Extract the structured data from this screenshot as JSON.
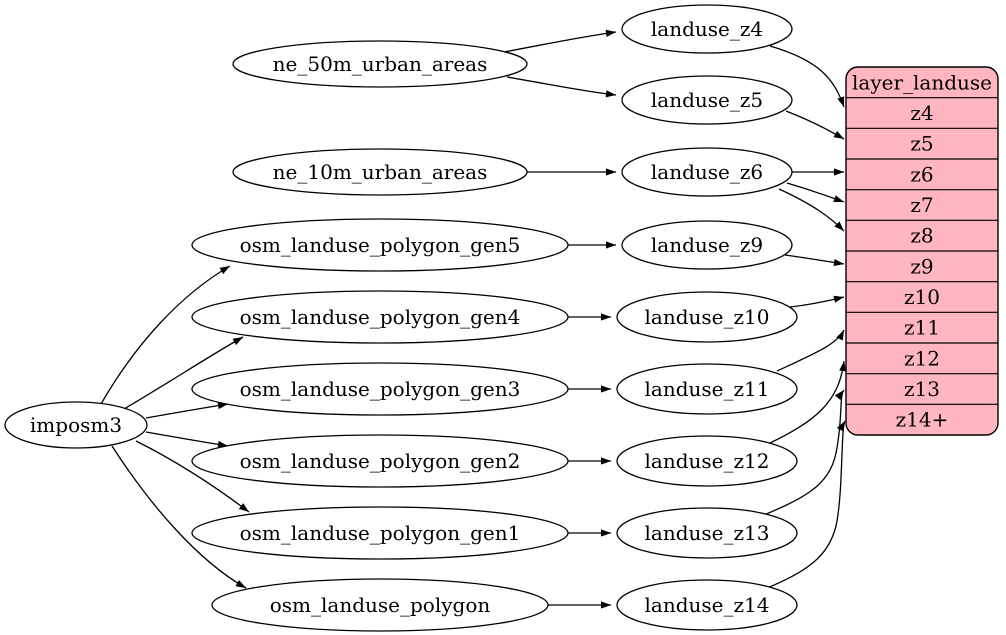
{
  "diagram": {
    "type": "dependency-graph",
    "background_color": "#ffffff",
    "node_fill_color": "#ffffff",
    "node_stroke_color": "#000000",
    "edge_color": "#000000",
    "nodes": {
      "imposm3": {
        "label": "imposm3"
      },
      "ne_50m_urban_areas": {
        "label": "ne_50m_urban_areas"
      },
      "ne_10m_urban_areas": {
        "label": "ne_10m_urban_areas"
      },
      "osm_landuse_polygon_gen5": {
        "label": "osm_landuse_polygon_gen5"
      },
      "osm_landuse_polygon_gen4": {
        "label": "osm_landuse_polygon_gen4"
      },
      "osm_landuse_polygon_gen3": {
        "label": "osm_landuse_polygon_gen3"
      },
      "osm_landuse_polygon_gen2": {
        "label": "osm_landuse_polygon_gen2"
      },
      "osm_landuse_polygon_gen1": {
        "label": "osm_landuse_polygon_gen1"
      },
      "osm_landuse_polygon": {
        "label": "osm_landuse_polygon"
      },
      "landuse_z4": {
        "label": "landuse_z4"
      },
      "landuse_z5": {
        "label": "landuse_z5"
      },
      "landuse_z6": {
        "label": "landuse_z6"
      },
      "landuse_z9": {
        "label": "landuse_z9"
      },
      "landuse_z10": {
        "label": "landuse_z10"
      },
      "landuse_z11": {
        "label": "landuse_z11"
      },
      "landuse_z12": {
        "label": "landuse_z12"
      },
      "landuse_z13": {
        "label": "landuse_z13"
      },
      "landuse_z14": {
        "label": "landuse_z14"
      }
    },
    "table": {
      "title": "layer_landuse",
      "rows": [
        "z4",
        "z5",
        "z6",
        "z7",
        "z8",
        "z9",
        "z10",
        "z11",
        "z12",
        "z13",
        "z14+"
      ],
      "fill_color": "#ffb6c1",
      "stroke_color": "#000000"
    },
    "edges": [
      {
        "from": "imposm3",
        "to": "osm_landuse_polygon_gen5"
      },
      {
        "from": "imposm3",
        "to": "osm_landuse_polygon_gen4"
      },
      {
        "from": "imposm3",
        "to": "osm_landuse_polygon_gen3"
      },
      {
        "from": "imposm3",
        "to": "osm_landuse_polygon_gen2"
      },
      {
        "from": "imposm3",
        "to": "osm_landuse_polygon_gen1"
      },
      {
        "from": "imposm3",
        "to": "osm_landuse_polygon"
      },
      {
        "from": "ne_50m_urban_areas",
        "to": "landuse_z4"
      },
      {
        "from": "ne_50m_urban_areas",
        "to": "landuse_z5"
      },
      {
        "from": "ne_10m_urban_areas",
        "to": "landuse_z6"
      },
      {
        "from": "osm_landuse_polygon_gen5",
        "to": "landuse_z9"
      },
      {
        "from": "osm_landuse_polygon_gen4",
        "to": "landuse_z10"
      },
      {
        "from": "osm_landuse_polygon_gen3",
        "to": "landuse_z11"
      },
      {
        "from": "osm_landuse_polygon_gen2",
        "to": "landuse_z12"
      },
      {
        "from": "osm_landuse_polygon_gen1",
        "to": "landuse_z13"
      },
      {
        "from": "osm_landuse_polygon",
        "to": "landuse_z14"
      },
      {
        "from": "landuse_z4",
        "to": "layer_landuse.z4"
      },
      {
        "from": "landuse_z5",
        "to": "layer_landuse.z5"
      },
      {
        "from": "landuse_z6",
        "to": "layer_landuse.z6"
      },
      {
        "from": "landuse_z6",
        "to": "layer_landuse.z7"
      },
      {
        "from": "landuse_z6",
        "to": "layer_landuse.z8"
      },
      {
        "from": "landuse_z9",
        "to": "layer_landuse.z9"
      },
      {
        "from": "landuse_z10",
        "to": "layer_landuse.z10"
      },
      {
        "from": "landuse_z11",
        "to": "layer_landuse.z11"
      },
      {
        "from": "landuse_z12",
        "to": "layer_landuse.z12"
      },
      {
        "from": "landuse_z13",
        "to": "layer_landuse.z13"
      },
      {
        "from": "landuse_z14",
        "to": "layer_landuse.z14+"
      }
    ]
  }
}
